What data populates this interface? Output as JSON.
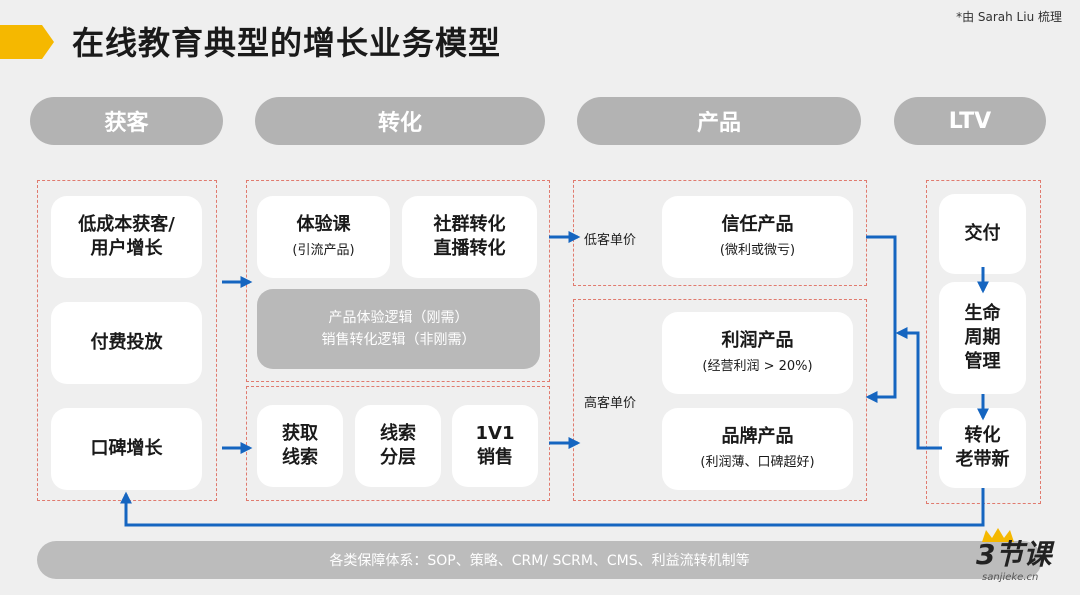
{
  "header": {
    "title": "在线教育典型的增长业务模型",
    "credit": "*由 Sarah Liu 梳理"
  },
  "stages": [
    "获客",
    "转化",
    "产品",
    "LTV"
  ],
  "acquisition": {
    "items": [
      "低成本获客/\n用户增长",
      "付费投放",
      "口碑增长"
    ]
  },
  "conversion": {
    "trial_course": {
      "title": "体验课",
      "sub": "(引流产品)"
    },
    "community": {
      "title": "社群转化\n直播转化"
    },
    "logic": [
      "产品体验逻辑（刚需）",
      "销售转化逻辑（非刚需）"
    ],
    "steps": [
      "获取\n线索",
      "线索\n分层",
      "1V1\n销售"
    ]
  },
  "product": {
    "low_price_label": "低客单价",
    "high_price_label": "高客单价",
    "trust": {
      "title": "信任产品",
      "sub": "(微利或微亏)"
    },
    "profit": {
      "title": "利润产品",
      "sub": "(经营利润 > 20%)"
    },
    "brand": {
      "title": "品牌产品",
      "sub": "(利润薄、口碑超好)"
    }
  },
  "ltv": {
    "items": [
      "交付",
      "生命\n周期\n管理",
      "转化\n老带新"
    ]
  },
  "footer": {
    "text": "各类保障体系：SOP、策略、CRM/ SCRM、CMS、利益流转机制等"
  },
  "logo": {
    "mark": "3节课",
    "domain": "sanjieke.cn"
  },
  "colors": {
    "accent": "#f5b800",
    "arrow": "#1565c0",
    "dash": "#e07a6e",
    "pill": "#b3b3b3"
  }
}
